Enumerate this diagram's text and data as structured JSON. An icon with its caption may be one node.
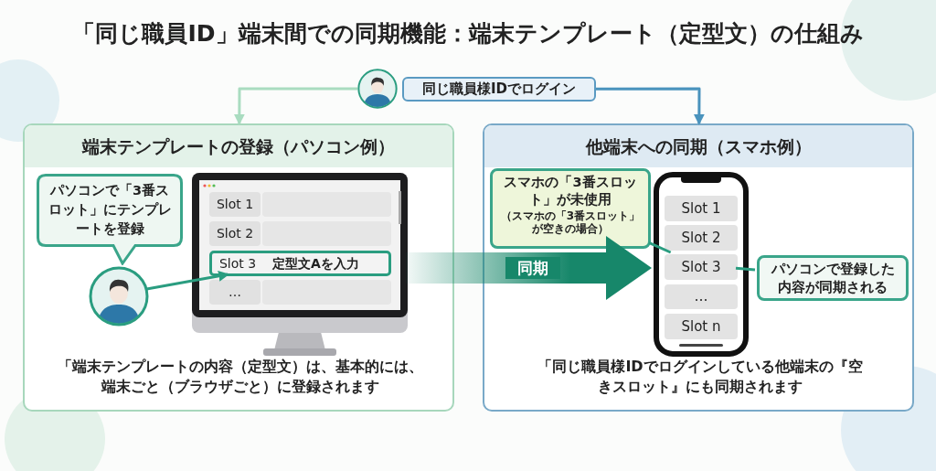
{
  "diagram": {
    "title": "「同じ職員ID」端末間での同期機能：端末テンプレート（定型文）の仕組み",
    "nodes": [
      {
        "text": [],
        "shape": "person"
      },
      {
        "text": [
          "同じ職員様IDでログイン"
        ]
      },
      {
        "text": [
          "端末テンプレートの登録（パソコン例）",
          "「端末テンプレートの内容（定型文）は、基本的には、端末ごと（ブラウザごと）に登録されます"
        ]
      },
      {
        "text": [
          "パソコンで「3番スロット」にテンプレートを登録"
        ],
        "in": 2
      },
      {
        "text": [],
        "shape": "person",
        "in": 2
      },
      {
        "text": [],
        "shape": "picture",
        "in": 2
      },
      {
        "text": [
          "Slot 1"
        ],
        "in": 5
      },
      {
        "text": [
          "Slot 2"
        ],
        "in": 5
      },
      {
        "text": [
          "Slot 3",
          "定型文Aを入力"
        ],
        "in": 5
      },
      {
        "text": [
          "…"
        ],
        "in": 5
      },
      {
        "text": [
          "他端末への同期（スマホ例）",
          "「同じ職員様IDでログインしている他端末の『空きスロット』にも同期されます"
        ]
      },
      {
        "text": [
          "スマホの「3番スロット」が未使用",
          "（スマホの「3番スロット」が空きの場合）"
        ],
        "in": 10
      },
      {
        "text": [],
        "shape": "picture",
        "in": 10
      },
      {
        "text": [
          "Slot 1"
        ],
        "in": 12
      },
      {
        "text": [
          "Slot 2"
        ],
        "in": 12
      },
      {
        "text": [
          "Slot 3"
        ],
        "in": 12
      },
      {
        "text": [
          "…"
        ],
        "in": 12
      },
      {
        "text": [
          "Slot n"
        ],
        "in": 12
      },
      {
        "text": [
          "パソコンで登録した内容が同期される"
        ],
        "in": 10
      }
    ],
    "edges": [
      {
        "from": 0,
        "to": 2,
        "arrow": "to",
        "color": "#a9dcc0"
      },
      {
        "from": 1,
        "to": 10,
        "arrow": "to",
        "color": "#4a93bd"
      },
      {
        "from": 4,
        "to": 8,
        "arrow": "to"
      },
      {
        "from": 5,
        "to": 12,
        "arrow": "to",
        "label": "同期",
        "style": "thick",
        "color": "#17876a"
      },
      {
        "from": 11,
        "to": 15,
        "arrow": "none"
      },
      {
        "from": 18,
        "to": 15,
        "arrow": "none"
      }
    ]
  }
}
